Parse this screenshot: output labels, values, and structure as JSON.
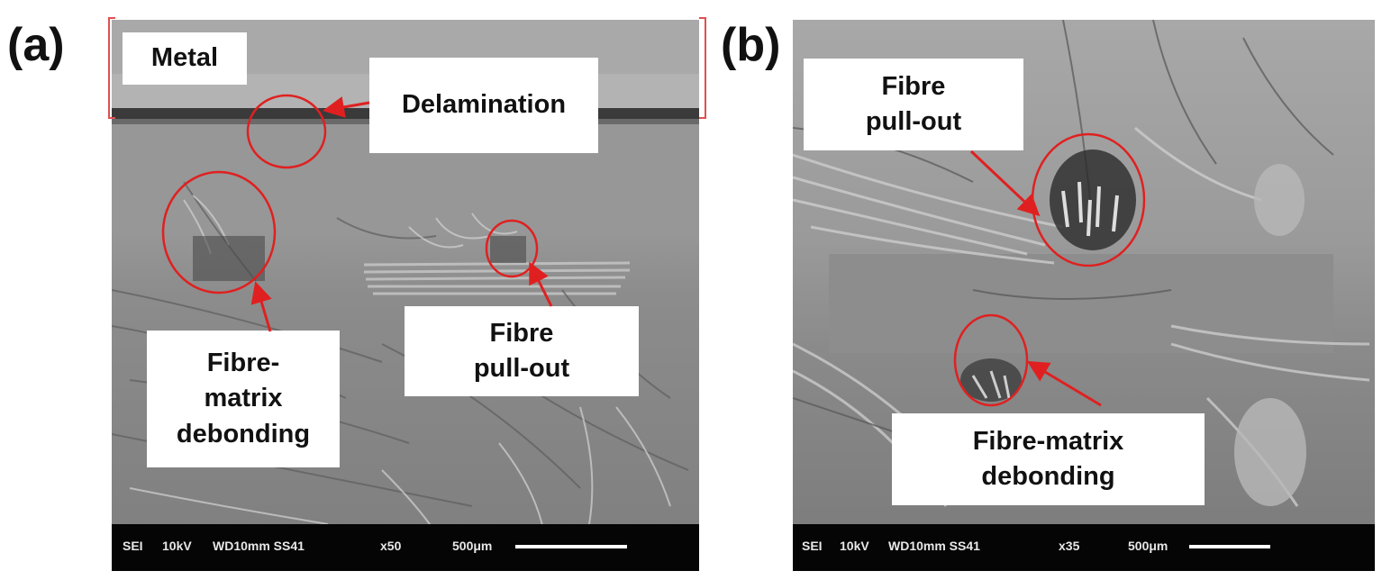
{
  "panels": [
    {
      "letter": "(a)",
      "labels": {
        "metal": "Metal",
        "delamination": "Delamination",
        "fibre_pullout": "Fibre\npull-out",
        "debonding": "Fibre-\nmatrix\ndebonding"
      },
      "infobar": {
        "mode": "SEI",
        "voltage": "10kV",
        "wd": "WD10mm SS41",
        "mag": "x50",
        "scale": "500μm"
      }
    },
    {
      "letter": "(b)",
      "labels": {
        "fibre_pullout": "Fibre\npull-out",
        "debonding": "Fibre-matrix\ndebonding"
      },
      "infobar": {
        "mode": "SEI",
        "voltage": "10kV",
        "wd": "WD10mm SS41",
        "mag": "x35",
        "scale": "500μm"
      }
    }
  ],
  "colors": {
    "annotation": "#e02020",
    "bracket": "#e05050"
  }
}
